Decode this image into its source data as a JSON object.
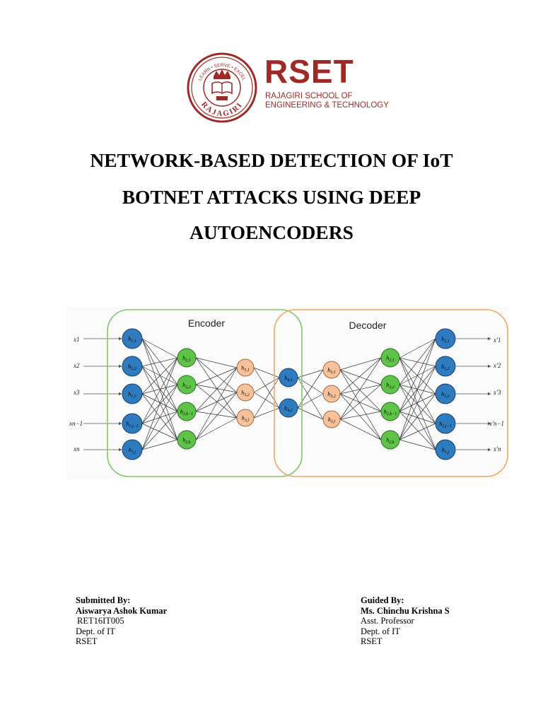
{
  "logo": {
    "name": "RSET",
    "line1": "RAJAGIRI SCHOOL OF",
    "line2": "ENGINEERING & TECHNOLOGY",
    "seal_motto": "LEARN • SERVE • EXCEL",
    "seal_name": "RAJAGIRI"
  },
  "title": {
    "line1": "NETWORK-BASED DETECTION OF IoT",
    "line2": "BOTNET ATTACKS USING DEEP",
    "line3": "AUTOENCODERS"
  },
  "diagram": {
    "encoder_label": "Encoder",
    "decoder_label": "Decoder",
    "colors": {
      "encoder_box": "#7fc86a",
      "decoder_box": "#f0a860",
      "blue": "#2e7bbf",
      "green": "#5fc34a",
      "orange": "#f7c19a"
    },
    "inputs": [
      "x1",
      "x2",
      "x3",
      "xn−1",
      "xn"
    ],
    "outputs": [
      "x′1",
      "x′2",
      "x′3",
      "x′n−1",
      "x′n"
    ]
  },
  "submitted": {
    "heading": "Submitted By:",
    "name": "Aiswarya Ashok Kumar",
    "id": "RET16IT005",
    "dept": "Dept. of IT",
    "org": "RSET"
  },
  "guided": {
    "heading": "Guided By:",
    "name": "Ms. Chinchu Krishna S",
    "role": "Asst. Professor",
    "dept": "Dept. of IT",
    "org": "RSET"
  }
}
